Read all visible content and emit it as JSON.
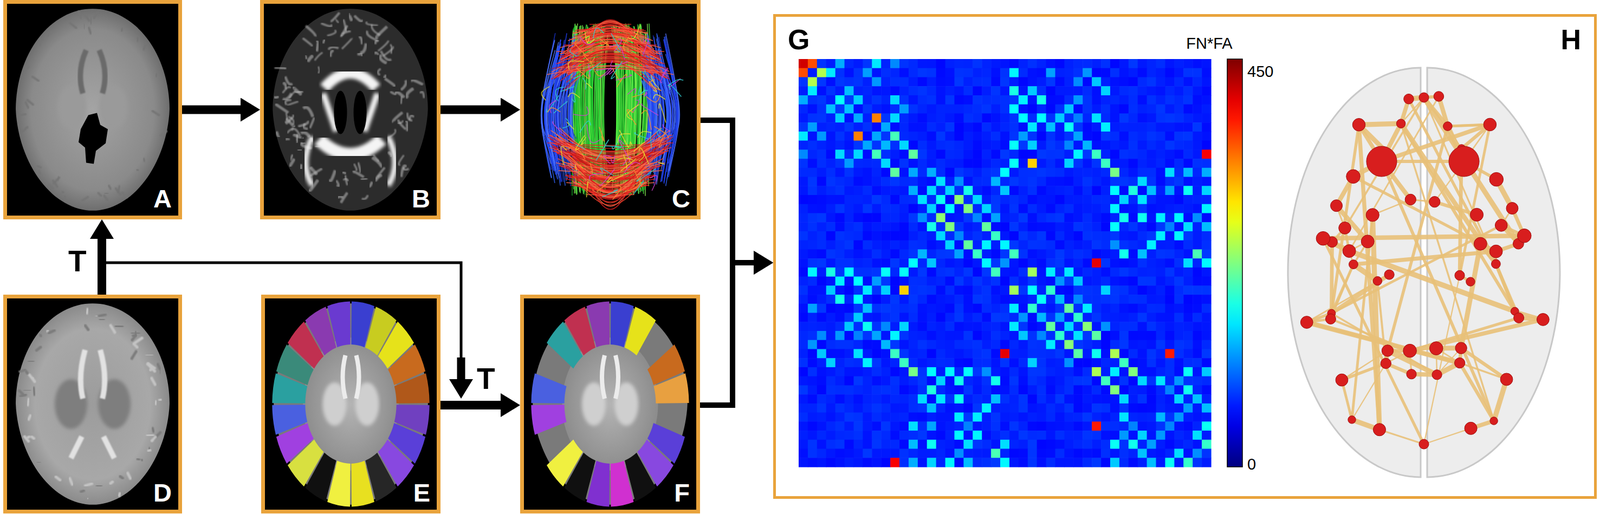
{
  "diagram": {
    "nodes": [
      {
        "text": [
          "A"
        ]
      },
      {
        "text": [
          "B"
        ]
      },
      {
        "text": [
          "C"
        ]
      },
      {
        "text": [
          "D"
        ]
      },
      {
        "text": [
          "E"
        ]
      },
      {
        "text": [
          "F"
        ]
      },
      {
        "text": [
          "G",
          "H"
        ]
      }
    ],
    "edges": [
      {
        "from": 0,
        "to": 1,
        "arrow": "to"
      },
      {
        "from": 1,
        "to": 2,
        "arrow": "to"
      },
      {
        "from": 3,
        "to": 0,
        "arrow": "to",
        "label": "T"
      },
      {
        "from": 4,
        "to": 5,
        "arrow": "to",
        "label": "T"
      },
      {
        "from": 2,
        "to": 6,
        "arrow": "to"
      },
      {
        "from": 5,
        "to": 6,
        "arrow": "to"
      }
    ],
    "labels": [
      "FN*FA",
      "450",
      "0"
    ]
  }
}
